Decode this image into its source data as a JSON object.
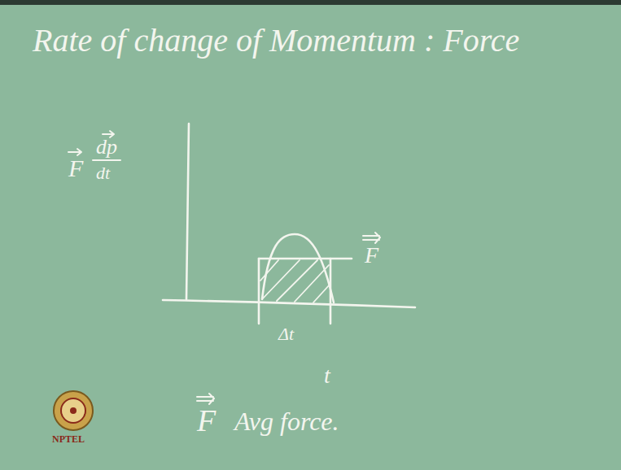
{
  "diagram": {
    "title": "Rate of change of Momentum : Force",
    "labels": [
      "F",
      "dp",
      "dt",
      "F",
      "Δt",
      "t",
      "F",
      "Avg force.",
      "NPTEL"
    ]
  }
}
